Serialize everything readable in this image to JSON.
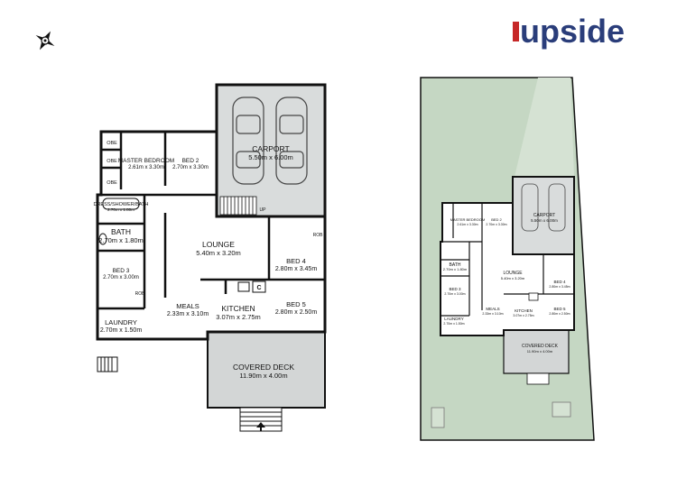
{
  "brand": {
    "logo_text": "upside",
    "logo_color": "#2a3d7a",
    "accent_color": "#c62828"
  },
  "compass": {
    "icon": "compass-icon"
  },
  "colors": {
    "wall": "#111111",
    "room_fill": "#ffffff",
    "carport_fill": "#d9dcdc",
    "deck_fill": "#d3d6d6",
    "site_fill": "#c5d7c3"
  },
  "floor_plan": {
    "rooms": [
      {
        "name": "MASTER BEDROOM",
        "size": "2.61m x 3.30m"
      },
      {
        "name": "BED 2",
        "size": "2.70m x 3.30m"
      },
      {
        "name": "CARPORT",
        "size": "5.50m x 6.00m"
      },
      {
        "name": "DRESS/SHOWER/BATH",
        "size": "2.70m x 1.80m"
      },
      {
        "name": "BATH",
        "size": "2.70m x 1.80m"
      },
      {
        "name": "LOUNGE",
        "size": "5.40m x 3.20m"
      },
      {
        "name": "BED 4",
        "size": "2.80m x 3.45m"
      },
      {
        "name": "BED 3",
        "size": "2.70m x 3.00m"
      },
      {
        "name": "MEALS",
        "size": "2.33m x 3.10m"
      },
      {
        "name": "KITCHEN",
        "size": "3.07m x 2.75m"
      },
      {
        "name": "BED 5",
        "size": "2.80m x 2.50m"
      },
      {
        "name": "LAUNDRY",
        "size": "2.70m x 1.50m"
      },
      {
        "name": "COVERED DECK",
        "size": "11.90m x 4.00m"
      }
    ],
    "small_labels": {
      "obe": "OBE",
      "rob": "ROB",
      "up": "UP",
      "c": "C"
    }
  },
  "site_plan": {
    "rooms": [
      {
        "name": "MASTER BEDROOM",
        "size": "2.61m x 3.30m"
      },
      {
        "name": "BED 2",
        "size": "2.70m x 3.30m"
      },
      {
        "name": "CARPORT",
        "size": "5.50m x 6.00m"
      },
      {
        "name": "BATH",
        "size": "2.70m x 1.80m"
      },
      {
        "name": "LOUNGE",
        "size": "5.40m x 3.20m"
      },
      {
        "name": "BED 4",
        "size": "2.80m x 3.45m"
      },
      {
        "name": "BED 3",
        "size": "2.70m x 3.00m"
      },
      {
        "name": "MEALS",
        "size": "2.33m x 3.10m"
      },
      {
        "name": "KITCHEN",
        "size": "3.07m x 2.75m"
      },
      {
        "name": "BED 5",
        "size": "2.80m x 2.50m"
      },
      {
        "name": "LAUNDRY",
        "size": "2.70m x 1.50m"
      },
      {
        "name": "COVERED DECK",
        "size": "11.90m x 4.00m"
      }
    ]
  }
}
